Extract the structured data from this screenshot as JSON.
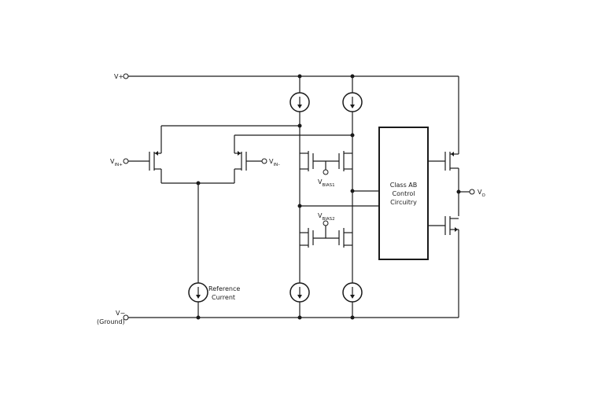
{
  "labels": {
    "vplus": "V+",
    "vminus": "V−",
    "ground": "(Ground)",
    "vin_plus": {
      "main": "V",
      "sub": "IN+"
    },
    "vin_minus": {
      "main": "V",
      "sub": "IN–"
    },
    "vbias1": {
      "main": "V",
      "sub": "BIAS1"
    },
    "vbias2": {
      "main": "V",
      "sub": "BIAS2"
    },
    "vout": {
      "main": "V",
      "sub": "O"
    },
    "class_ab": [
      "Class AB",
      "Control",
      "Circuitry"
    ],
    "ref_current": [
      "Reference",
      "Current"
    ]
  }
}
